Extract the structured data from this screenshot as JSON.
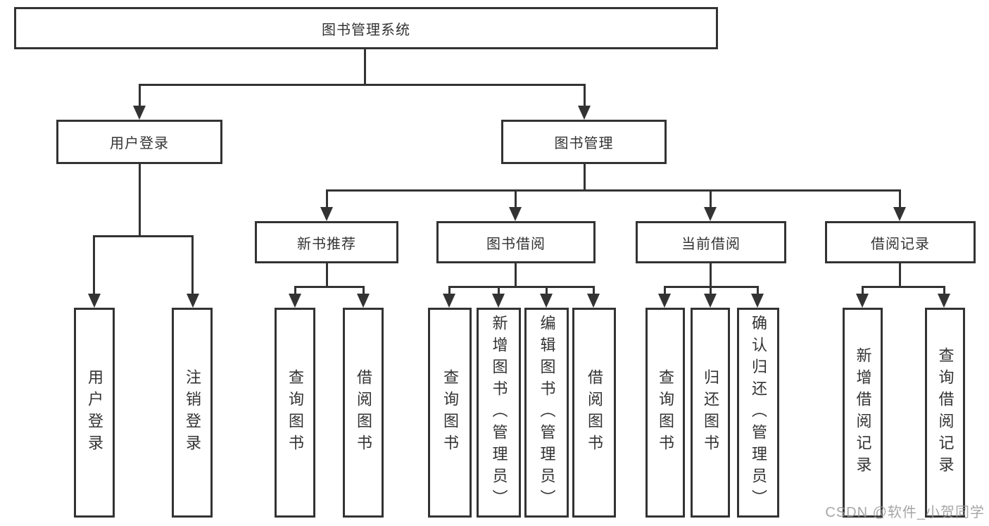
{
  "diagram": {
    "root": {
      "label": "图书管理系统"
    },
    "user_login": {
      "label": "用户登录",
      "children": [
        {
          "label": "用户登录"
        },
        {
          "label": "注销登录"
        }
      ]
    },
    "book_mgmt": {
      "label": "图书管理"
    },
    "new_book_rec": {
      "label": "新书推荐",
      "children": [
        {
          "label": "查询图书"
        },
        {
          "label": "借阅图书"
        }
      ]
    },
    "book_borrow": {
      "label": "图书借阅",
      "children": [
        {
          "label": "查询图书"
        },
        {
          "label": "新增图书（管理员）"
        },
        {
          "label": "编辑图书（管理员）"
        },
        {
          "label": "借阅图书"
        }
      ]
    },
    "current_borrow": {
      "label": "当前借阅",
      "children": [
        {
          "label": "查询图书"
        },
        {
          "label": "归还图书"
        },
        {
          "label": "确认归还（管理员）"
        }
      ]
    },
    "borrow_record": {
      "label": "借阅记录",
      "children": [
        {
          "label": "新增借阅记录"
        },
        {
          "label": "查询借阅记录"
        }
      ]
    },
    "colors": {
      "line": "#333333",
      "box_border": "#333333",
      "box_bg": "#ffffff",
      "text": "#333333",
      "watermark": "#999999"
    }
  },
  "watermark": "CSDN @软件_小贺同学"
}
